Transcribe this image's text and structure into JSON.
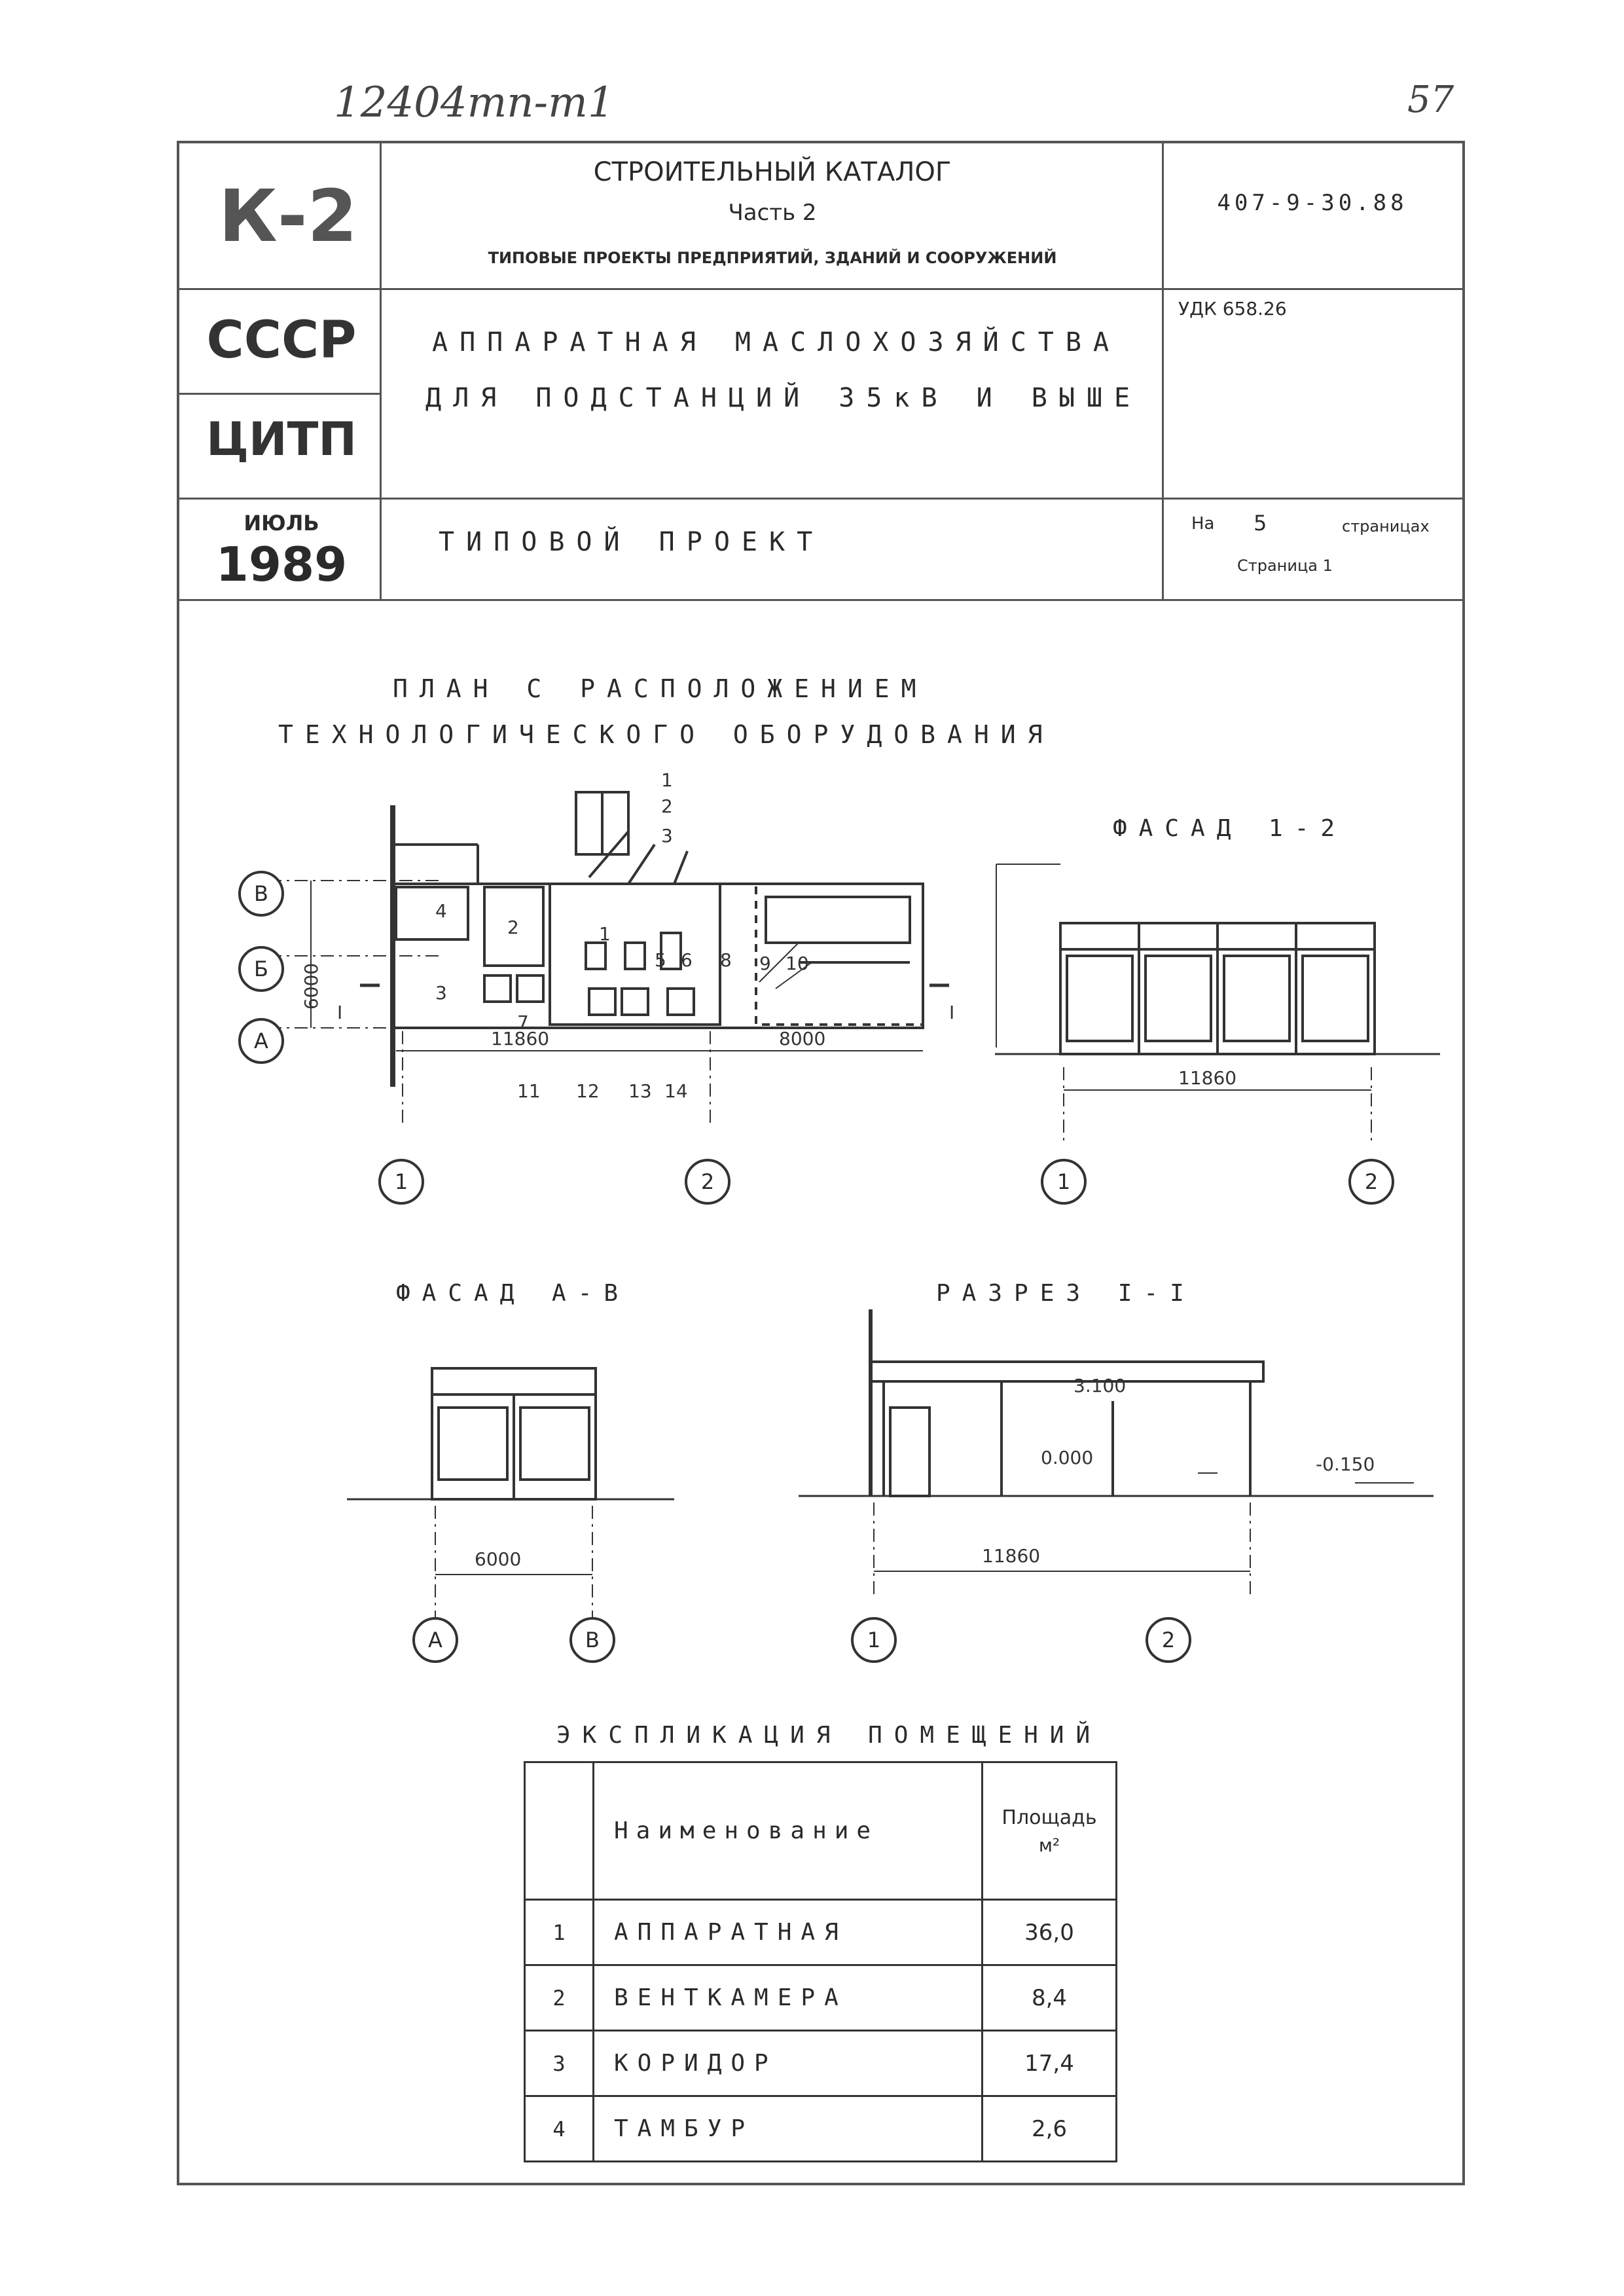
{
  "page": {
    "handwritten_code": "12404тп-т1",
    "page_number": "57"
  },
  "header": {
    "logo_text": "К-2",
    "catalog_title": "СТРОИТЕЛЬНЫЙ КАТАЛОГ",
    "part": "Часть 2",
    "subtitle": "ТИПОВЫЕ ПРОЕКТЫ ПРЕДПРИЯТИЙ, ЗДАНИЙ И СООРУЖЕНИЙ",
    "doc_code": "407-9-30.88",
    "country": "СССР",
    "org": "ЦИТП",
    "project_line1": "АППАРАТНАЯ МАСЛОХОЗЯЙСТВА",
    "project_line2": "ДЛЯ ПОДСТАНЦИЙ 35кВ И ВЫШЕ",
    "udk": "УДК 658.26",
    "month": "ИЮЛЬ",
    "year": "1989",
    "project_type": "ТИПОВОЙ ПРОЕКТ",
    "pages_label": "На",
    "pages_count": "5",
    "pages_word": "страницах",
    "page_label": "Страница 1"
  },
  "plan": {
    "title_line1": "ПЛАН С РАСПОЛОЖЕНИЕМ",
    "title_line2": "ТЕХНОЛОГИЧЕСКОГО ОБОРУДОВАНИЯ",
    "axis_rows": [
      "В",
      "Б",
      "А"
    ],
    "axis_cols": [
      "1",
      "2"
    ],
    "dim_6000": "6000",
    "dim_11860": "11860",
    "dim_8000": "8000",
    "section_mark": "I",
    "room_labels": [
      "1",
      "2",
      "3",
      "4"
    ],
    "equip_labels": [
      "1",
      "2",
      "3",
      "5",
      "6",
      "7",
      "8",
      "9",
      "10",
      "11",
      "12",
      "13",
      "14"
    ]
  },
  "facade12": {
    "title": "ФАСАД 1-2",
    "dim": "11860",
    "axis_left": "1",
    "axis_right": "2"
  },
  "facadeAV": {
    "title": "ФАСАД А-В",
    "dim": "6000",
    "axis_left": "А",
    "axis_right": "В"
  },
  "section": {
    "title": "РАЗРЕЗ I-I",
    "mark_top": "3.100",
    "mark_floor": "0.000",
    "mark_ground": "-0.150",
    "dim": "11860",
    "axis_left": "1",
    "axis_right": "2"
  },
  "explication": {
    "title": "ЭКСПЛИКАЦИЯ ПОМЕЩЕНИЙ",
    "col_name": "Наименование",
    "col_area": "Площадь",
    "col_area_unit": "м²",
    "rows": [
      {
        "num": "1",
        "name": "АППАРАТНАЯ",
        "area": "36,0"
      },
      {
        "num": "2",
        "name": "ВЕНТКАМЕРА",
        "area": "8,4"
      },
      {
        "num": "3",
        "name": "КОРИДОР",
        "area": "17,4"
      },
      {
        "num": "4",
        "name": "ТАМБУР",
        "area": "2,6"
      }
    ]
  }
}
